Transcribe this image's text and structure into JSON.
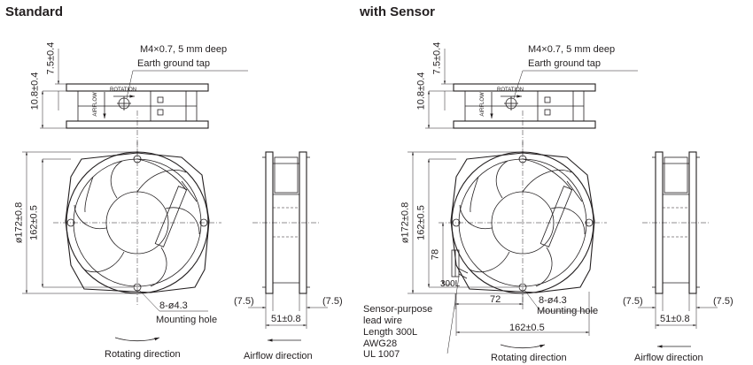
{
  "standard": {
    "heading": "Standard",
    "top_view": {
      "tap_line1": "M4×0.7, 5 mm deep",
      "tap_line2": "Earth ground tap",
      "dim_height": "10.8±0.4",
      "dim_flange": "7.5±0.4",
      "airflow_text": "AIRFLOW",
      "rotation_text": "ROTATION"
    },
    "front_view": {
      "dim_outer": "ø172±0.8",
      "dim_pitch": "162±0.5",
      "hole_line1": "8-ø4.3",
      "hole_line2": "Mounting hole",
      "caption": "Rotating direction"
    },
    "side_view": {
      "dim_left": "(7.5)",
      "dim_depth": "51±0.8",
      "dim_right": "(7.5)",
      "caption": "Airflow direction"
    }
  },
  "sensor": {
    "heading": "with Sensor",
    "top_view": {
      "tap_line1": "M4×0.7, 5 mm deep",
      "tap_line2": "Earth ground tap",
      "dim_height": "10.8±0.4",
      "dim_flange": "7.5±0.4",
      "airflow_text": "AIRFLOW",
      "rotation_text": "ROTATION"
    },
    "front_view": {
      "dim_outer": "ø172±0.8",
      "dim_pitch": "162±0.5",
      "dim_lead_height": "78",
      "dim_lead_len": "300L",
      "dim_lead_offset": "72",
      "dim_pitch_horizontal": "162±0.5",
      "hole_line1": "8-ø4.3",
      "hole_line2": "Mounting hole",
      "lead_line1": "Sensor-purpose",
      "lead_line2": "lead wire",
      "lead_line3": "Length 300L",
      "lead_line4": "AWG28",
      "lead_line5": "UL 1007",
      "caption": "Rotating direction"
    },
    "side_view": {
      "dim_left": "(7.5)",
      "dim_depth": "51±0.8",
      "dim_right": "(7.5)",
      "caption": "Airflow direction"
    }
  }
}
